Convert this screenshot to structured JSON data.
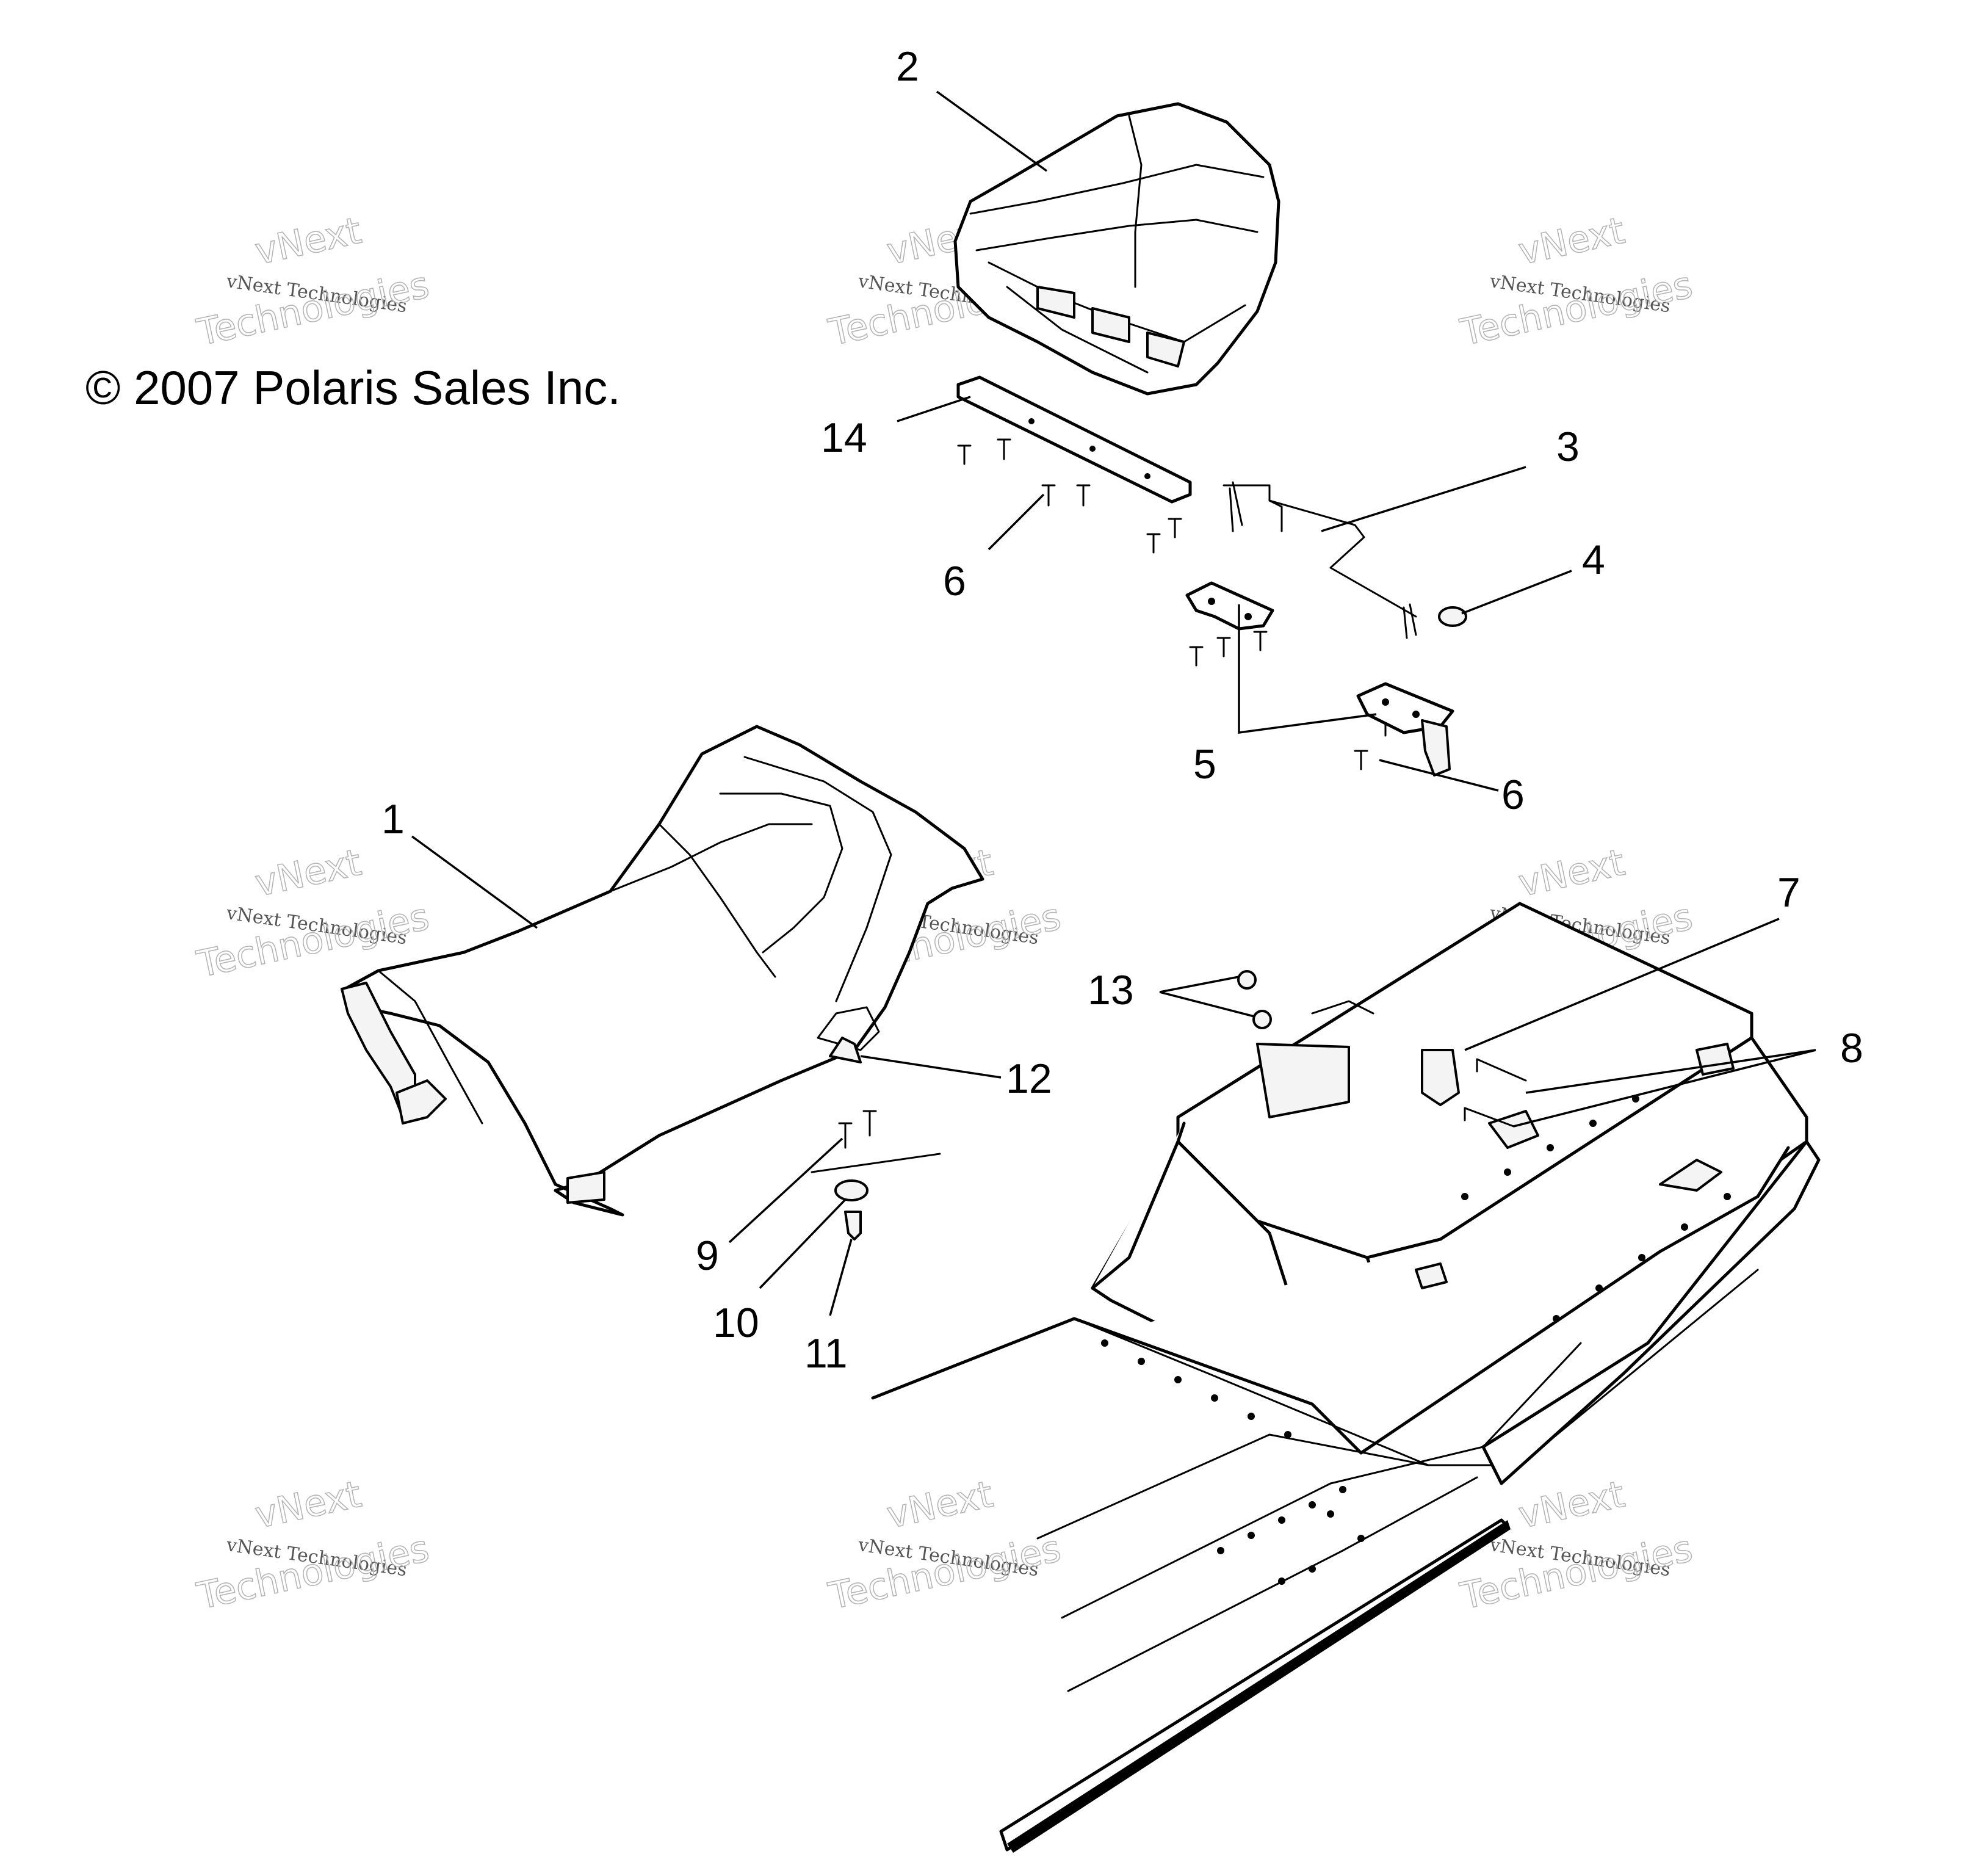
{
  "copyright": "© 2007 Polaris Sales Inc.",
  "watermark": {
    "line1": "vNext Technologies",
    "line2": "vNext",
    "line3": "Technologies"
  },
  "callouts": {
    "c1": "1",
    "c2": "2",
    "c3": "3",
    "c4": "4",
    "c5": "5",
    "c6a": "6",
    "c6b": "6",
    "c7": "7",
    "c8": "8",
    "c9": "9",
    "c10": "10",
    "c11": "11",
    "c12": "12",
    "c13": "13",
    "c14": "14"
  }
}
